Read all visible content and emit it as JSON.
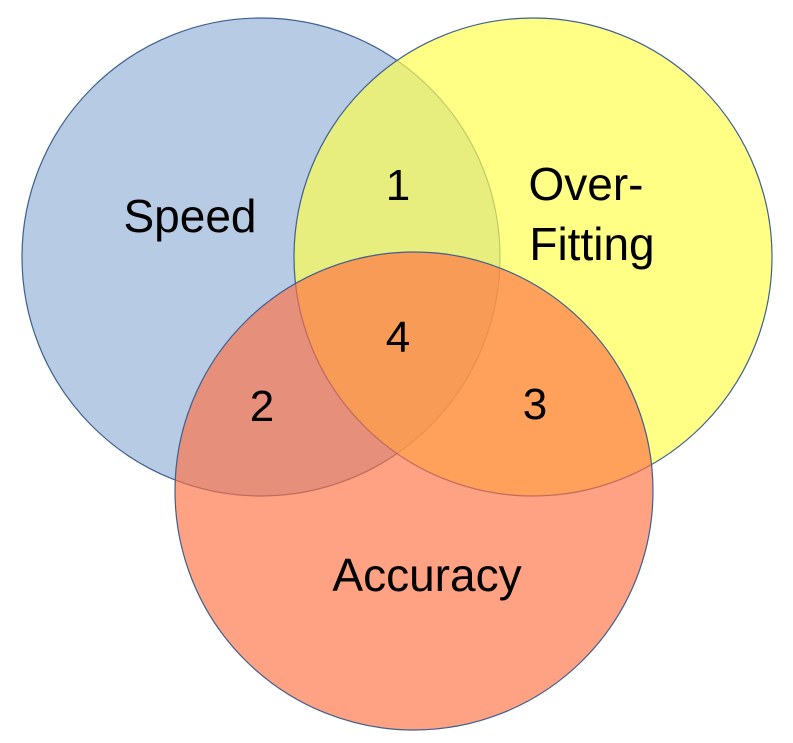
{
  "sets": [
    {
      "label": "Speed",
      "color": "#95b3d7"
    },
    {
      "label": "Over-",
      "label2": "Fitting",
      "color": "#ffff4d"
    },
    {
      "label": "Accuracy",
      "color": "#ff7043"
    }
  ],
  "regions": [
    {
      "label": "1"
    },
    {
      "label": "2"
    },
    {
      "label": "3"
    },
    {
      "label": "4"
    }
  ]
}
